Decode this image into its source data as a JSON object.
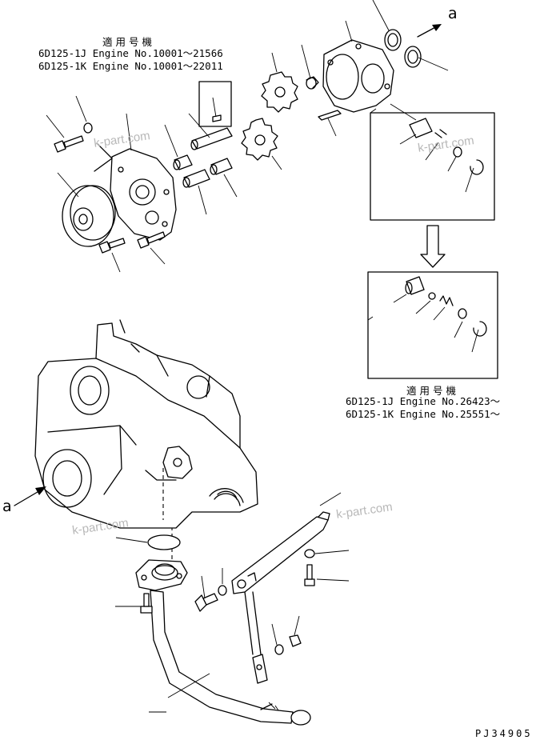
{
  "notes": {
    "top": {
      "title": "適用号機",
      "lines": [
        "6D125-1J Engine No.10001～21566",
        "6D125-1K Engine No.10001～22011"
      ]
    },
    "bottom": {
      "title": "適用号機",
      "lines": [
        "6D125-1J Engine No.26423～",
        "6D125-1K Engine No.25551～"
      ]
    }
  },
  "labels": {
    "ref_top": "a",
    "ref_left": "a"
  },
  "watermarks": [
    "k-part.com",
    "k-part.com",
    "k-part.com",
    "k-part.com"
  ],
  "drawing_code": "PJ34905",
  "colors": {
    "line": "#000000",
    "watermark": "#b8b8b8",
    "background": "#ffffff"
  }
}
